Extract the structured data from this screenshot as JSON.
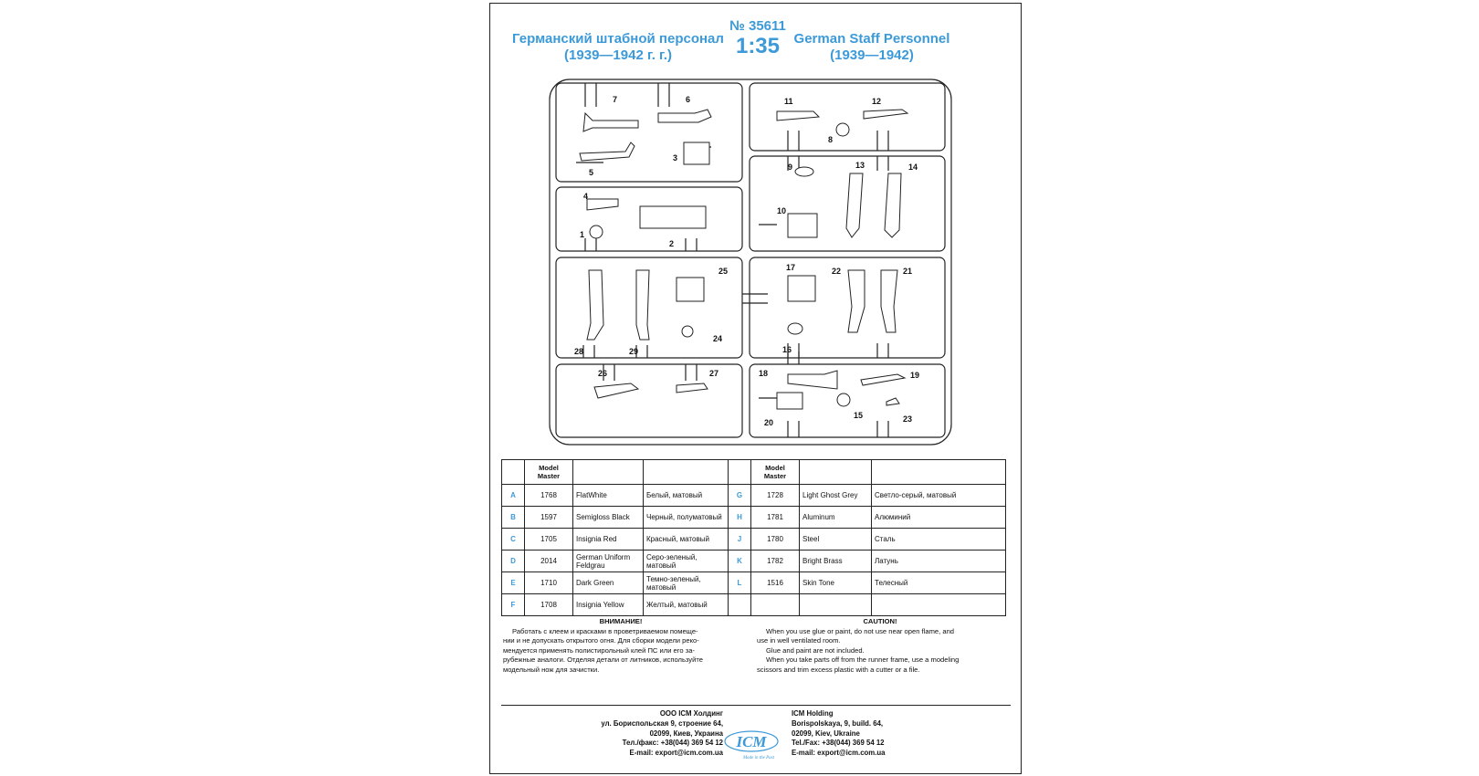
{
  "header": {
    "title_ru": "Германский штабной персонал",
    "years_ru": "(1939—1942 г. г.)",
    "number": "№ 35611",
    "scale": "1:35",
    "title_en": "German Staff Personnel",
    "years_en": "(1939—1942)"
  },
  "sprue_parts": [
    "1",
    "2",
    "3",
    "4",
    "5",
    "6",
    "7",
    "8",
    "9",
    "10",
    "11",
    "12",
    "13",
    "14",
    "15",
    "16",
    "17",
    "18",
    "19",
    "20",
    "21",
    "22",
    "23",
    "24",
    "25",
    "26",
    "27",
    "28",
    "29"
  ],
  "paint_table": {
    "headers": [
      "",
      "Model Master",
      "",
      "",
      "",
      "Model Master",
      "",
      ""
    ],
    "rows": [
      {
        "lcode": "A",
        "lnum": "1768",
        "len": "FlatWhite",
        "lru": "Белый, матовый",
        "rcode": "G",
        "rnum": "1728",
        "ren": "Light Ghost Grey",
        "rru": "Светло-серый, матовый"
      },
      {
        "lcode": "B",
        "lnum": "1597",
        "len": "Semigloss Black",
        "lru": "Черный, полуматовый",
        "rcode": "H",
        "rnum": "1781",
        "ren": "Aluminum",
        "rru": "Алюминий"
      },
      {
        "lcode": "C",
        "lnum": "1705",
        "len": "Insignia Red",
        "lru": "Красный, матовый",
        "rcode": "J",
        "rnum": "1780",
        "ren": "Steel",
        "rru": "Сталь"
      },
      {
        "lcode": "D",
        "lnum": "2014",
        "len": "German Uniform Feldgrau",
        "lru": "Серо-зеленый, матовый",
        "rcode": "K",
        "rnum": "1782",
        "ren": "Bright Brass",
        "rru": "Латунь"
      },
      {
        "lcode": "E",
        "lnum": "1710",
        "len": "Dark Green",
        "lru": "Темно-зеленый, матовый",
        "rcode": "L",
        "rnum": "1516",
        "ren": "Skin Tone",
        "rru": "Телесный"
      },
      {
        "lcode": "F",
        "lnum": "1708",
        "len": "Insignia Yellow",
        "lru": "Желтый, матовый",
        "rcode": "",
        "rnum": "",
        "ren": "",
        "rru": ""
      }
    ]
  },
  "caution_ru": {
    "title": "ВНИМАНИЕ!",
    "lines": [
      "Работать с клеем и красками в проветриваемом помеще-",
      "нии и не допускать открытого огня. Для сборки модели реко-",
      "мендуется применять полистирольный клей ПС или его за-",
      "рубежные аналоги. Отделяя детали от литников, используйте",
      "модельный нож для зачистки."
    ]
  },
  "caution_en": {
    "title": "CAUTION!",
    "lines": [
      "When you use glue or paint, do not use near open flame, and",
      "use in well ventilated room.",
      "Glue and paint are not included.",
      "When you take parts off from the runner frame, use a modeling",
      "scissors and trim excess plastic with a cutter or a file."
    ]
  },
  "address_ru": [
    "ООО ICM Холдинг",
    "ул. Бориспольская 9, строение 64,",
    "02099, Киев, Украина",
    "Тел./факс: +38(044) 369 54 12",
    "E-mail: export@icm.com.ua"
  ],
  "address_en": [
    "ICM Holding",
    "Borispolskaya, 9, build. 64,",
    "02099, Kiev, Ukraine",
    "Tel./Fax: +38(044) 369 54 12",
    "E-mail: export@icm.com.ua"
  ],
  "logo": {
    "text": "ICM",
    "tagline": "Made in the Past",
    "color": "#3d9ad8"
  }
}
